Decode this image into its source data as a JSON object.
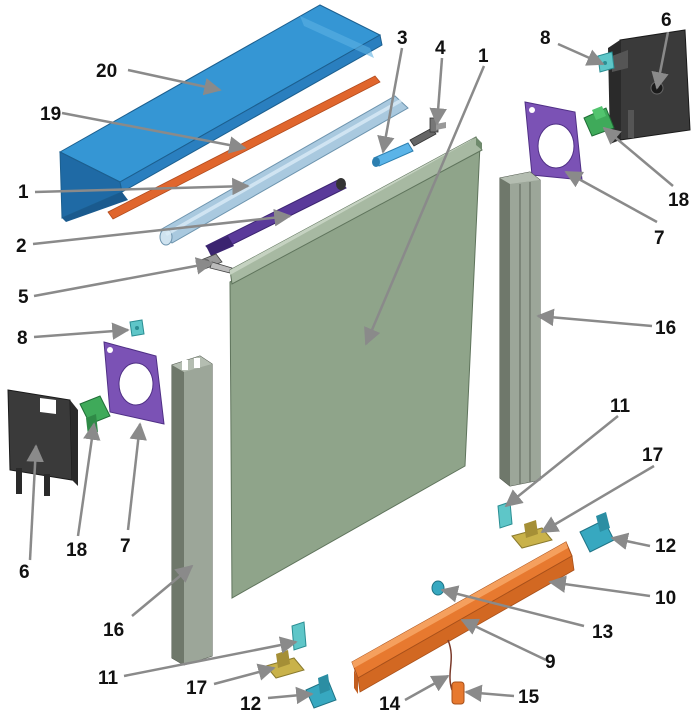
{
  "callouts": [
    {
      "id": "c20a",
      "text": "20"
    },
    {
      "id": "c19a",
      "text": "19"
    },
    {
      "id": "c1a",
      "text": "1"
    },
    {
      "id": "c2a",
      "text": "2"
    },
    {
      "id": "c5a",
      "text": "5"
    },
    {
      "id": "c3a",
      "text": "3"
    },
    {
      "id": "c4a",
      "text": "4"
    },
    {
      "id": "c1b",
      "text": "1"
    },
    {
      "id": "c8a",
      "text": "8"
    },
    {
      "id": "c6a",
      "text": "6"
    },
    {
      "id": "c18a",
      "text": "18"
    },
    {
      "id": "c7a",
      "text": "7"
    },
    {
      "id": "c16a",
      "text": "16"
    },
    {
      "id": "c8b",
      "text": "8"
    },
    {
      "id": "c6b",
      "text": "6"
    },
    {
      "id": "c18b",
      "text": "18"
    },
    {
      "id": "c7b",
      "text": "7"
    },
    {
      "id": "c16b",
      "text": "16"
    },
    {
      "id": "c11a",
      "text": "11"
    },
    {
      "id": "c17a",
      "text": "17"
    },
    {
      "id": "c12a",
      "text": "12"
    },
    {
      "id": "c10a",
      "text": "10"
    },
    {
      "id": "c13a",
      "text": "13"
    },
    {
      "id": "c9a",
      "text": "9"
    },
    {
      "id": "c11b",
      "text": "11"
    },
    {
      "id": "c17b",
      "text": "17"
    },
    {
      "id": "c12b",
      "text": "12"
    },
    {
      "id": "c14a",
      "text": "14"
    },
    {
      "id": "c15a",
      "text": "15"
    }
  ],
  "colors": {
    "cassette": "#2f8fcf",
    "cassette_dark": "#1f6aa5",
    "weight_rod": "#e0662d",
    "tube": "#a9c9df",
    "motor": "#5a3a9a",
    "fabric": "#8fa48a",
    "fabric_dark": "#6f8a6c",
    "guide": "#8c9688",
    "bracket": "#3a3a3a",
    "plate": "#7b52b5",
    "clip_green": "#3faa5a",
    "clip_teal": "#37a8c0",
    "bottom_bar": "#e7792f",
    "pad": "#c9b24a",
    "leader": "#7a7a7a"
  }
}
